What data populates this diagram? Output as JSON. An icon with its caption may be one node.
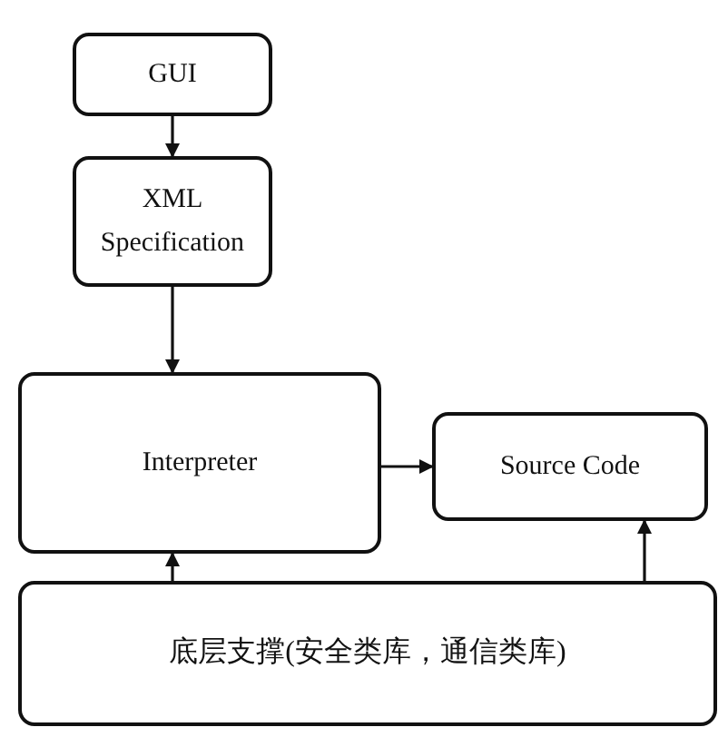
{
  "diagram": {
    "nodes": [
      {
        "text": [
          "GUI"
        ]
      },
      {
        "text": [
          "XML Specification"
        ]
      },
      {
        "text": [
          "Interpreter"
        ]
      },
      {
        "text": [
          "Source Code"
        ]
      },
      {
        "text": [
          "底层支撑(安全类库，通信类库)"
        ]
      }
    ],
    "edges": [
      {
        "from": 0,
        "to": 1,
        "arrow": "to"
      },
      {
        "from": 1,
        "to": 2,
        "arrow": "to"
      },
      {
        "from": 2,
        "to": 3,
        "arrow": "to"
      },
      {
        "from": 4,
        "to": 2,
        "arrow": "to"
      },
      {
        "from": 4,
        "to": 3,
        "arrow": "to"
      }
    ]
  }
}
